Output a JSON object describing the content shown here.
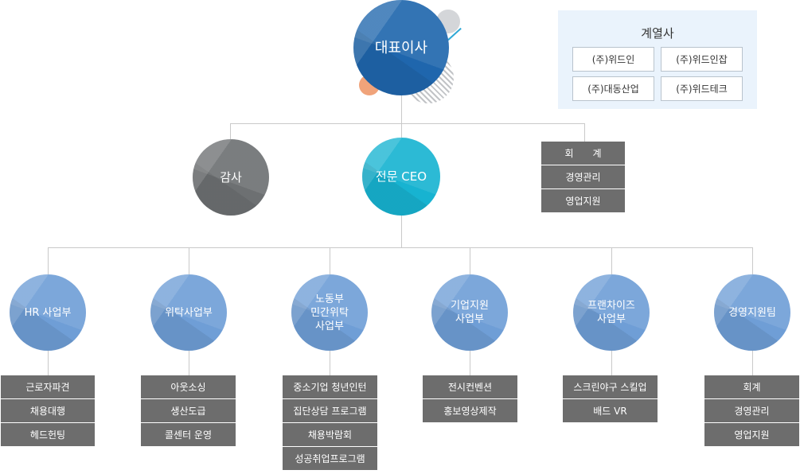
{
  "ceo": {
    "label": "대표이사"
  },
  "affiliates": {
    "title": "계열사",
    "items": [
      "(주)위드인",
      "(주)위드인잡",
      "(주)대동산업",
      "(주)위드테크"
    ]
  },
  "audit": {
    "label": "감사"
  },
  "pro_ceo": {
    "label": "전문 CEO"
  },
  "admin_boxes": [
    "회　　계",
    "경영관리",
    "영업지원"
  ],
  "departments": [
    {
      "label": "HR 사업부",
      "items": [
        "근로자파견",
        "채용대행",
        "헤드헌팅"
      ]
    },
    {
      "label": "위탁사업부",
      "items": [
        "아웃소싱",
        "생산도급",
        "콜센터 운영"
      ]
    },
    {
      "label": "노동부\n민간위탁\n사업부",
      "items": [
        "중소기업 청년인턴",
        "집단상담 프로그램",
        "채용박람회",
        "성공취업프로그램"
      ]
    },
    {
      "label": "기업지원\n사업부",
      "items": [
        "전시컨벤션",
        "홍보영상제작"
      ]
    },
    {
      "label": "프랜차이즈\n사업부",
      "items": [
        "스크린야구 스킬업",
        "배드 VR"
      ]
    },
    {
      "label": "경영지원팀",
      "items": [
        "회계",
        "경영관리",
        "영업지원"
      ]
    }
  ]
}
